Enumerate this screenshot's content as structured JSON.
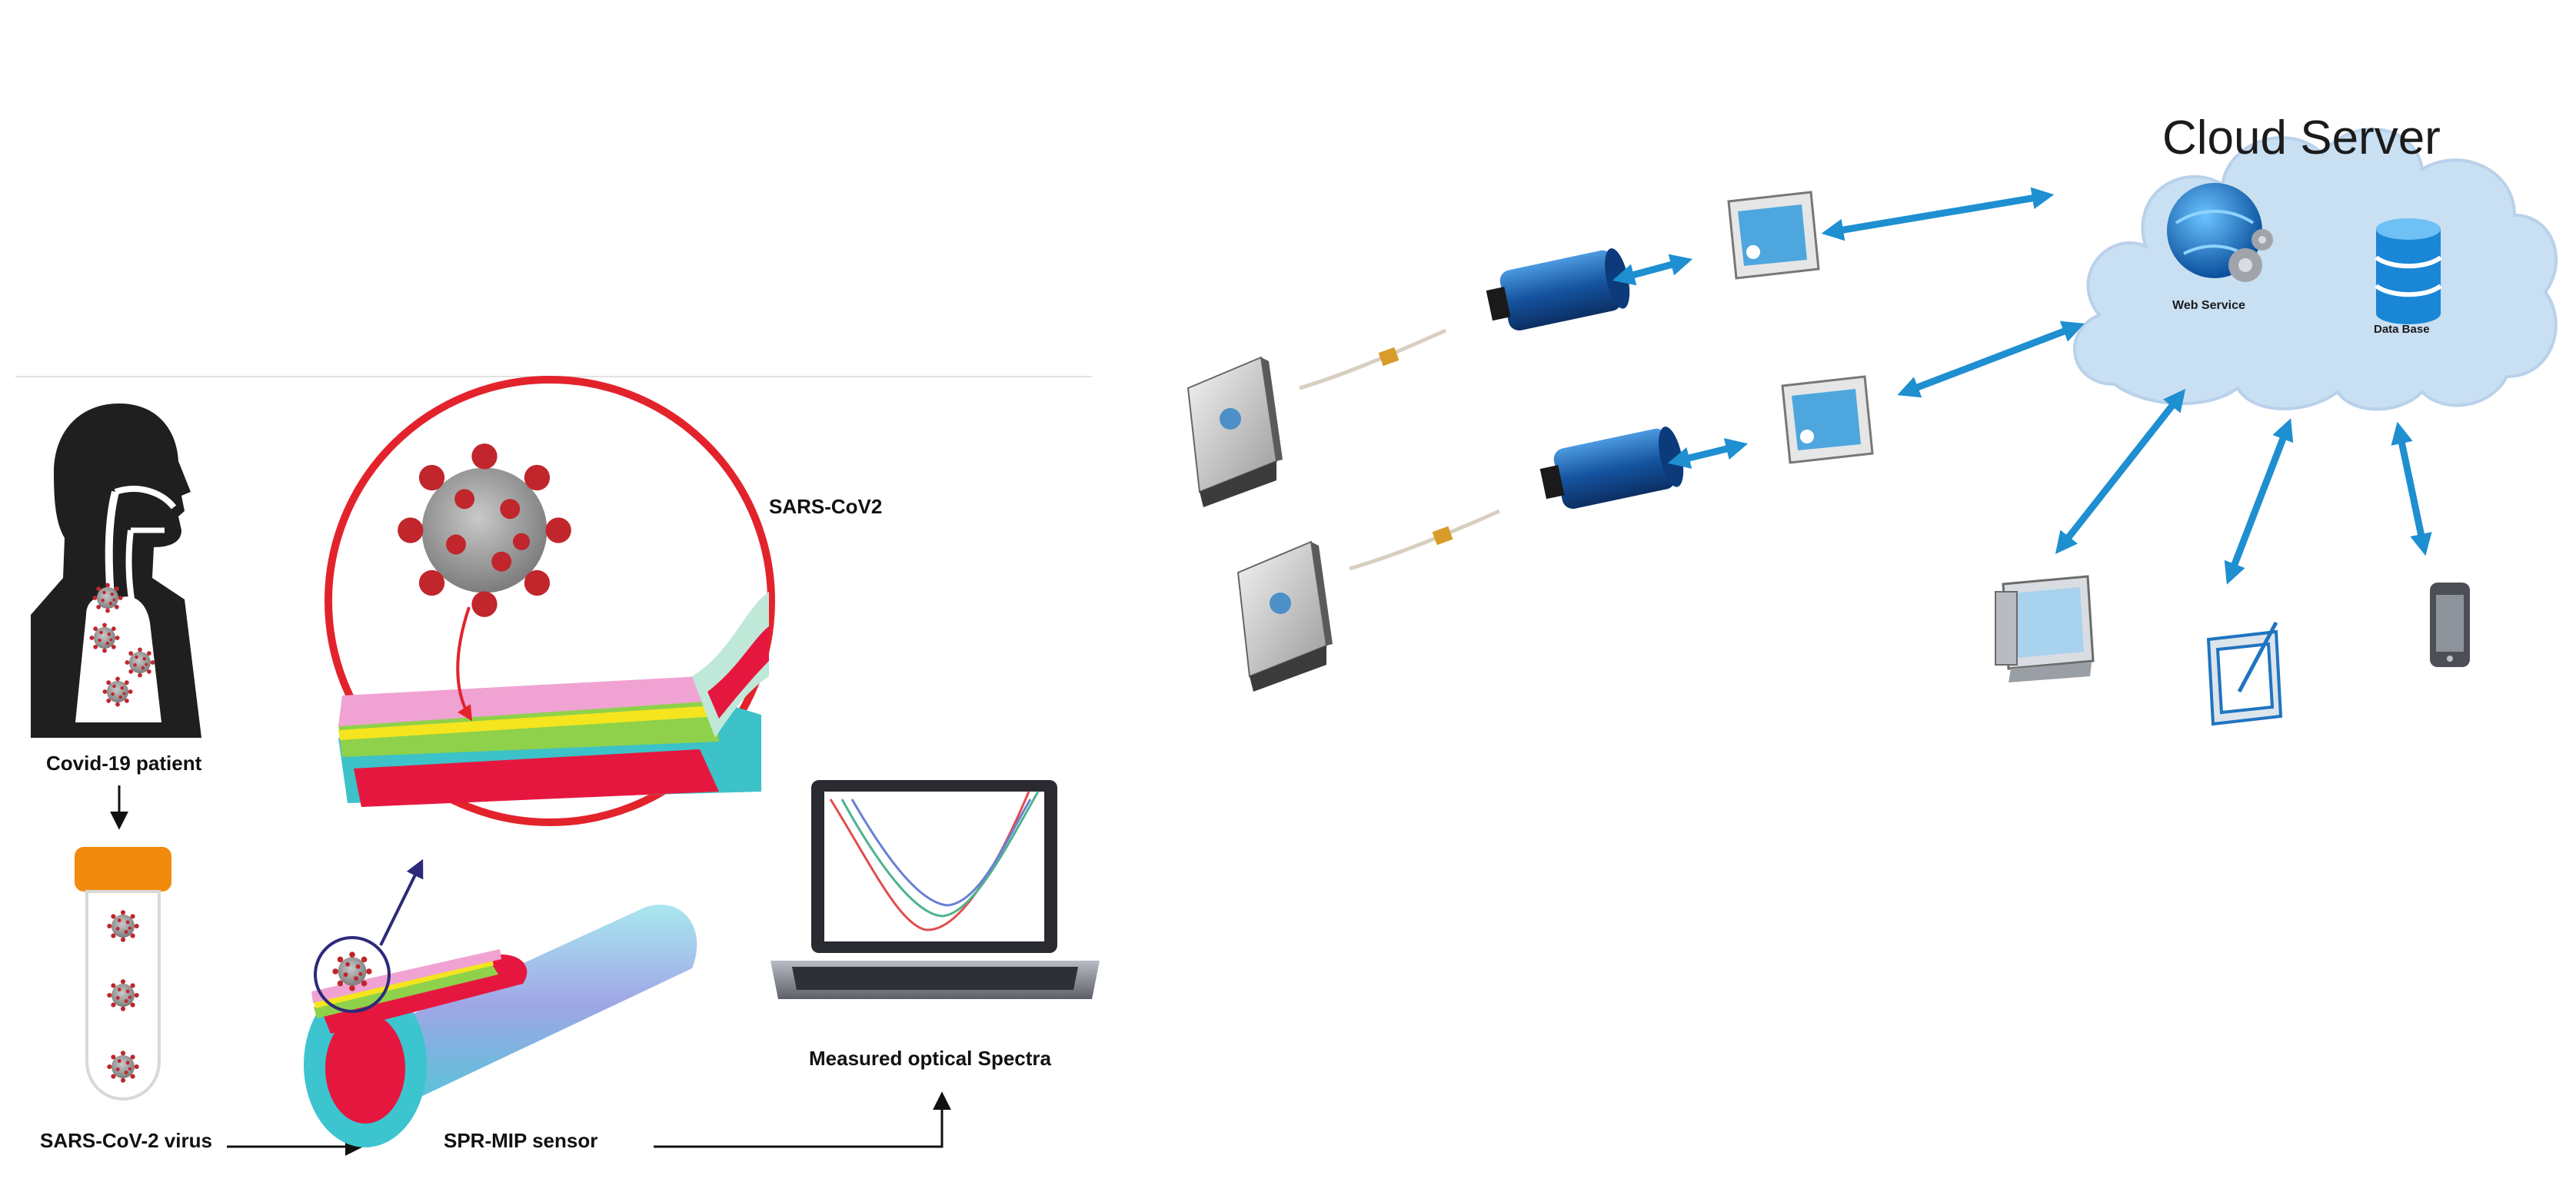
{
  "left_panel": {
    "labels": {
      "patient": "Covid-19 patient",
      "virus_tube": "SARS-CoV-2 virus",
      "sensor": "SPR-MIP sensor",
      "zoom_virus": "SARS-CoV2",
      "spectra": "Measured  optical Spectra"
    }
  },
  "right_panel": {
    "cloud": {
      "title": "Cloud Server",
      "web_service": "Web Service",
      "database": "Data Base"
    },
    "icons": {
      "client_pc": "desktop-monitor-icon",
      "client_tablet": "pen-tablet-icon",
      "client_phone": "smartphone-icon"
    },
    "colors": {
      "arrow": "#1e8fd0",
      "cloud": "#c9dff2",
      "light_source": "#1d5fa8"
    }
  }
}
